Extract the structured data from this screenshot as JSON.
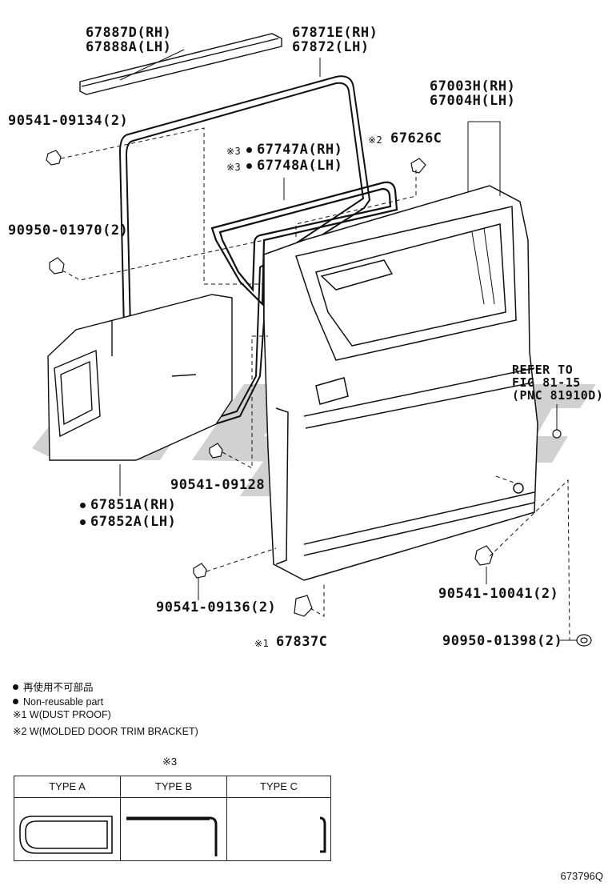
{
  "labels": {
    "p67887": "67887D(RH)",
    "p67888": "67888A(LH)",
    "p67871": "67871E(RH)",
    "p67872": "67872(LH)",
    "p67003": "67003H(RH)",
    "p67004": "67004H(LH)",
    "p90541_09134": "90541-09134(2)",
    "p67626_mark": "※2",
    "p67626": "67626C",
    "p67747_mark": "※3",
    "p67747": "67747A(RH)",
    "p67748_mark": "※3",
    "p67748": "67748A(LH)",
    "p90950_01970": "90950-01970(2)",
    "refer1": "REFER TO",
    "refer2": "FIG 81-15",
    "refer3": "(PNC 81910D)",
    "p90541_09128": "90541-09128",
    "p67851": "67851A(RH)",
    "p67852": "67852A(LH)",
    "p90541_10041": "90541-10041(2)",
    "p90541_09136": "90541-09136(2)",
    "p67837_mark": "※1",
    "p67837": "67837C",
    "p90950_01398": "90950-01398(2)"
  },
  "legend": {
    "line1": "再使用不可部品",
    "line2": "Non-reusable part",
    "line3": "※1 W(DUST PROOF)",
    "line4": "※2 W(MOLDED DOOR TRIM BRACKET)"
  },
  "type_table": {
    "ref_mark": "※3",
    "types": [
      "TYPE A",
      "TYPE B",
      "TYPE C"
    ]
  },
  "figure_code": "673796Q"
}
